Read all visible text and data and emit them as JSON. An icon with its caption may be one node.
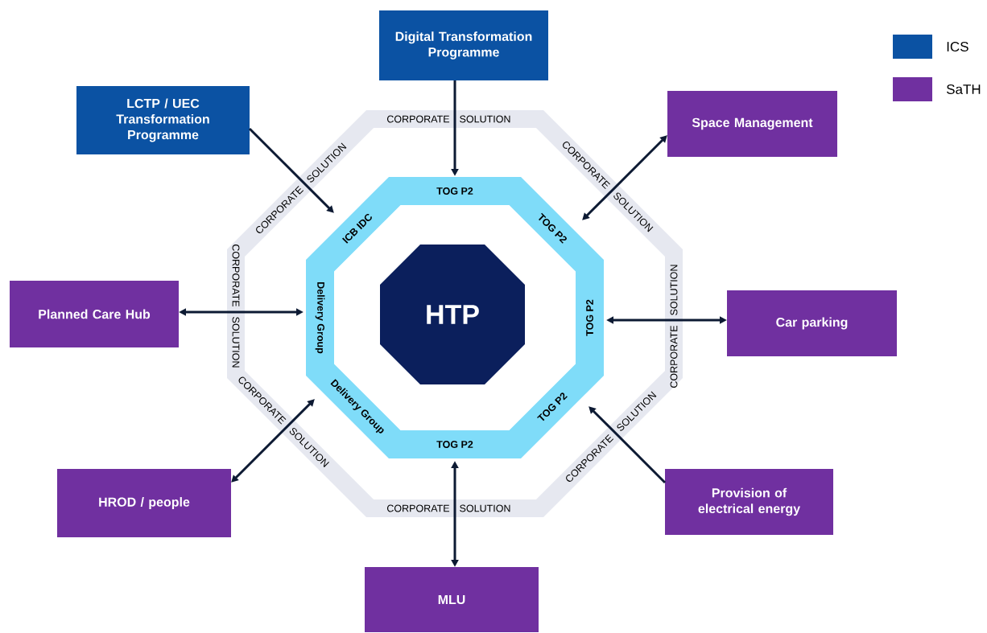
{
  "diagram": {
    "nodes": [
      {
        "text": [
          "Digital Transformation Programme"
        ]
      },
      {
        "text": [
          "LCTP / UEC Transformation Programme"
        ]
      },
      {
        "text": [
          "Space Management"
        ]
      },
      {
        "text": [
          "Planned Care Hub"
        ]
      },
      {
        "text": [
          "Car parking"
        ]
      },
      {
        "text": [
          "HROD / people"
        ]
      },
      {
        "text": [
          "Provision of electrical energy"
        ]
      },
      {
        "text": [
          "MLU"
        ]
      },
      {
        "text": [
          "CORPORATE SOLUTION",
          "CORPORATE SOLUTION",
          "CORPORATE SOLUTION",
          "CORPORATE SOLUTION",
          "CORPORATE SOLUTION",
          "CORPORATE SOLUTION",
          "CORPORATE SOLUTION",
          "CORPORATE SOLUTION"
        ]
      },
      {
        "text": [
          "TOG P2",
          "ICB IDC",
          "TOG P2",
          "Delivery Group",
          "TOG P2",
          "Delivery Group",
          "TOG P2",
          "TOG P2"
        ],
        "in": 8
      },
      {
        "text": [
          "HTP"
        ],
        "in": 9
      }
    ],
    "edges": [
      {
        "from": 0,
        "to": 9,
        "arrow": "to"
      },
      {
        "from": 1,
        "to": 9,
        "arrow": "to"
      },
      {
        "from": 2,
        "to": 9,
        "arrow": "both"
      },
      {
        "from": 3,
        "to": 9,
        "arrow": "both"
      },
      {
        "from": 4,
        "to": 9,
        "arrow": "both"
      },
      {
        "from": 5,
        "to": 9,
        "arrow": "both"
      },
      {
        "from": 6,
        "to": 9,
        "arrow": "to"
      },
      {
        "from": 7,
        "to": 9,
        "arrow": "both"
      }
    ],
    "legend": [
      {
        "text": "ICS",
        "color": "#0b52a3"
      },
      {
        "text": "SaTH",
        "color": "#7030a0"
      }
    ]
  }
}
